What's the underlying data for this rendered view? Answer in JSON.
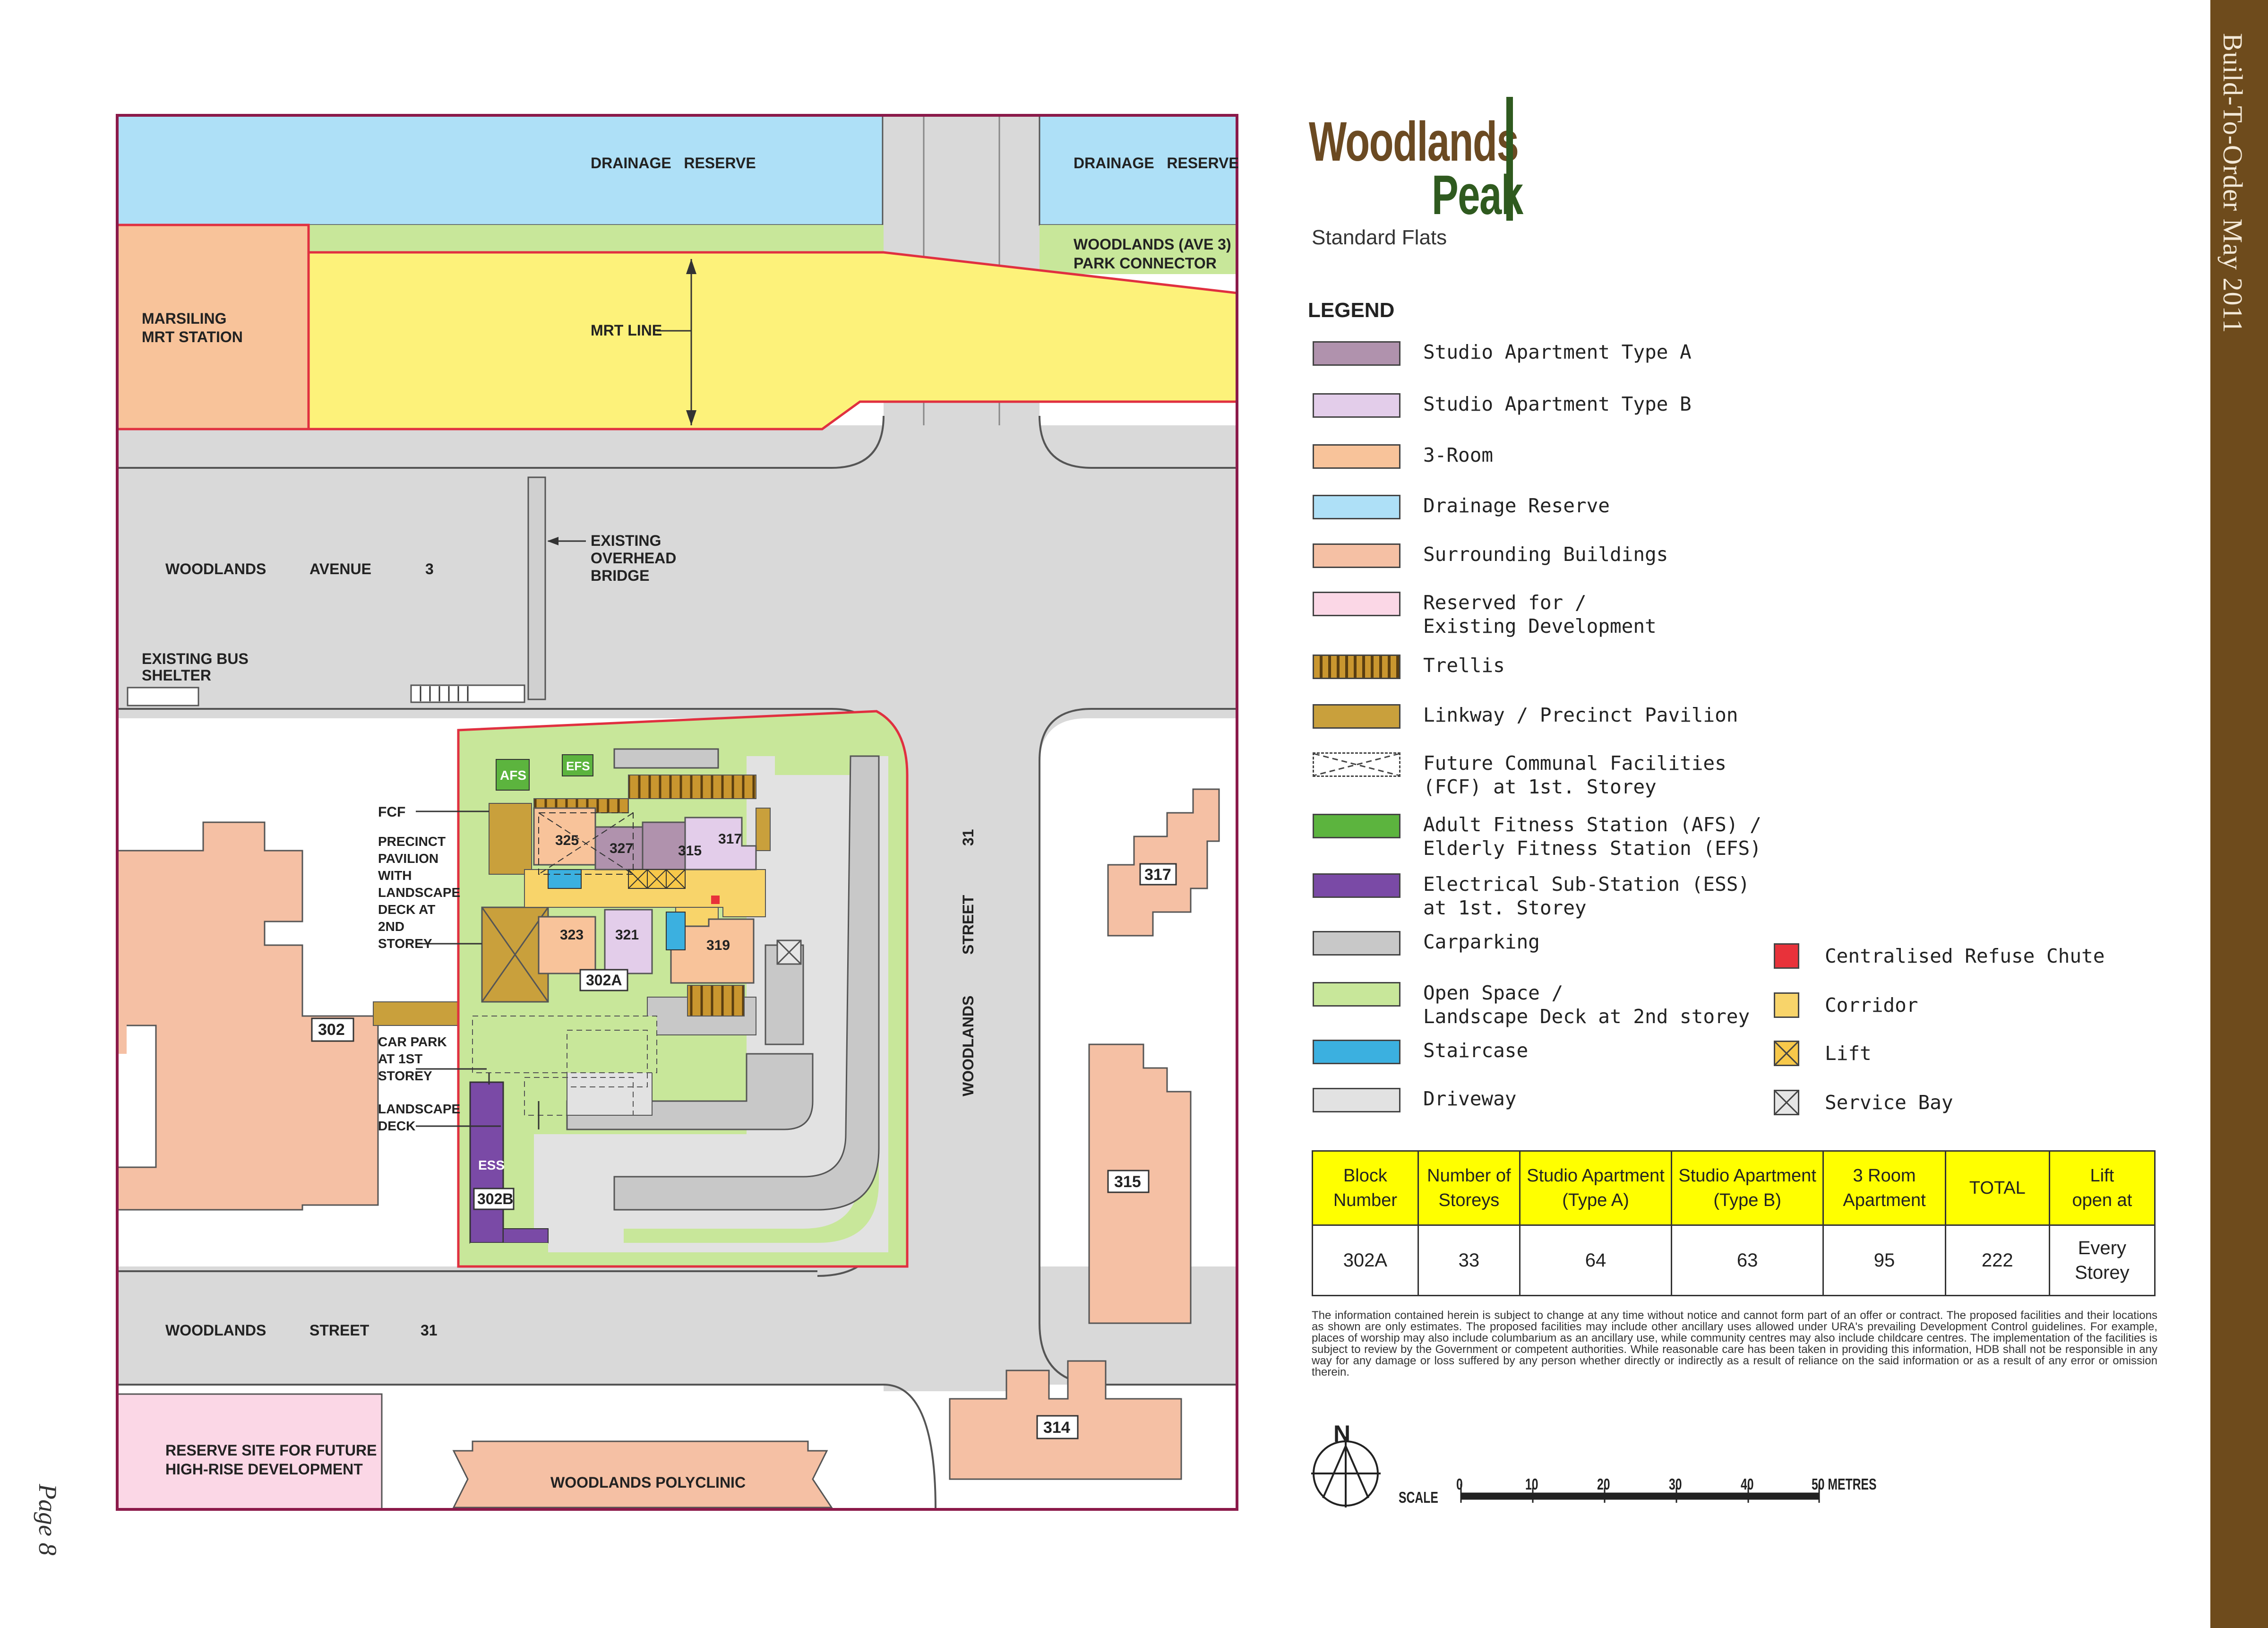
{
  "sidebar": {
    "text": "Build-To-Order May 2011"
  },
  "page_number": "Page 8",
  "logo": {
    "line1": "Woodlands",
    "line2": "Peak"
  },
  "subtitle": "Standard Flats",
  "legend": {
    "title": "LEGEND",
    "items": [
      {
        "label": "Studio Apartment Type A",
        "color": "#b092ad"
      },
      {
        "label": "Studio Apartment Type B",
        "color": "#e3cdea"
      },
      {
        "label": "3-Room",
        "color": "#f8c39a"
      },
      {
        "label": "Drainage Reserve",
        "color": "#aee0f7"
      },
      {
        "label": "Surrounding Buildings",
        "color": "#f5c0a4"
      },
      {
        "label": "Reserved for /",
        "label2": "Existing Development",
        "color": "#fbd7e6"
      },
      {
        "label": "Trellis",
        "color": "#c9962f"
      },
      {
        "label": "Linkway / Precinct Pavilion",
        "color": "#c9a03c"
      },
      {
        "label": "Future Communal Facilities",
        "label2": "(FCF) at 1st. Storey",
        "color": "#ffffff"
      },
      {
        "label": "Adult Fitness Station (AFS) /",
        "label2": "Elderly Fitness Station (EFS)",
        "color": "#5cb43e"
      },
      {
        "label": "Electrical Sub-Station (ESS)",
        "label2": "at 1st. Storey",
        "color": "#7a4aa6"
      },
      {
        "label": "Carparking",
        "color": "#c8c8c8"
      },
      {
        "label": "Open Space /",
        "label2": "Landscape Deck at 2nd storey",
        "color": "#c8e79a"
      },
      {
        "label": "Staircase",
        "color": "#3bb0e0"
      },
      {
        "label": "Driveway",
        "color": "#e2e2e2"
      }
    ],
    "items_right": [
      {
        "label": "Centralised Refuse Chute",
        "color": "#e8323a"
      },
      {
        "label": "Corridor",
        "color": "#f8d46a"
      },
      {
        "label": "Lift",
        "color": "#f7c84a"
      },
      {
        "label": "Service Bay",
        "color": "#e6e6e6"
      }
    ]
  },
  "table": {
    "headers": [
      [
        "Block",
        "Number"
      ],
      [
        "Number of",
        "Storeys"
      ],
      [
        "Studio Apartment",
        "(Type A)"
      ],
      [
        "Studio Apartment",
        "(Type B)"
      ],
      [
        "3 Room",
        "Apartment"
      ],
      [
        "TOTAL"
      ],
      [
        "Lift",
        "open at"
      ]
    ],
    "row": [
      "302A",
      "33",
      "64",
      "63",
      "95",
      "222",
      "Every Storey"
    ]
  },
  "disclaimer": "The information contained herein is subject to change at any time without notice and cannot form part of an offer or contract. The proposed facilities and their locations as shown are only estimates. The proposed facilities may include other ancillary uses allowed under URA's prevailing Development Control guidelines. For example, places of worship may also include columbarium as an ancillary use, while community centres may also include childcare centres. The implementation of the facilities is subject to review by the Government or competent authorities. While reasonable care has been taken in providing this information, HDB shall not be responsible in any way for any damage or loss suffered by any person whether directly or indirectly as a result of reliance on the said information or as a result of any error or omission therein.",
  "scale": {
    "label": "SCALE",
    "ticks": [
      "0",
      "10",
      "20",
      "30",
      "40",
      "50 METRES"
    ]
  },
  "north": "N",
  "map_labels": {
    "drainage_reserve_1": "DRAINAGE   RESERVE",
    "drainage_reserve_2": "DRAINAGE   RESERVE",
    "park_connector_1": "WOODLANDS (AVE 3)",
    "park_connector_2": "PARK CONNECTOR",
    "mrt_station_1": "MARSILING",
    "mrt_station_2": "MRT STATION",
    "mrt_line": "MRT LINE",
    "avenue_1": "WOODLANDS",
    "avenue_2": "AVENUE",
    "avenue_3": "3",
    "bridge_1": "EXISTING",
    "bridge_2": "OVERHEAD",
    "bridge_3": "BRIDGE",
    "bus_1": "EXISTING BUS",
    "bus_2": "SHELTER",
    "fcf": "FCF",
    "pavilion": [
      "PRECINCT",
      "PAVILION",
      "WITH",
      "LANDSCAPE",
      "DECK AT",
      "2ND",
      "STOREY"
    ],
    "carpark": [
      "CAR PARK",
      "AT 1ST",
      "STOREY"
    ],
    "landscape_deck": [
      "LANDSCAPE",
      "DECK"
    ],
    "afs": "AFS",
    "efs": "EFS",
    "ess": "ESS",
    "block_325": "325",
    "block_327": "327",
    "block_315a": "315",
    "block_317a": "317",
    "block_323": "323",
    "block_321": "321",
    "block_319": "319",
    "block_302a": "302A",
    "block_302b": "302B",
    "block_302": "302",
    "block_317": "317",
    "block_315": "315",
    "block_314": "314",
    "street_1": "WOODLANDS",
    "street_2": "STREET",
    "street_3": "31",
    "vstreet_1": "WOODLANDS",
    "vstreet_2": "STREET",
    "vstreet_3": "31",
    "reserve_site_1": "RESERVE SITE FOR FUTURE",
    "reserve_site_2": "HIGH-RISE DEVELOPMENT",
    "polyclinic": "WOODLANDS POLYCLINIC"
  }
}
